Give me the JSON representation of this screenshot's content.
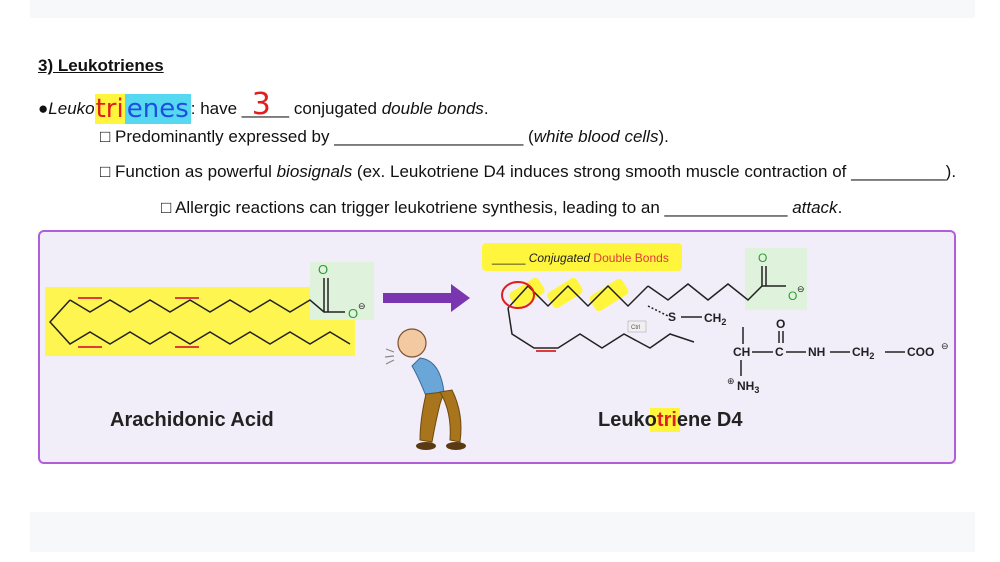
{
  "heading": "3) Leukotrienes",
  "line1": {
    "bullet": "●",
    "prefix": "Leuko",
    "handwritten_tri": "tri",
    "handwritten_enes": "enes",
    "after_colon": ": have ",
    "blank": "_____",
    "handwritten_number": "3",
    "middle": " conjugated ",
    "double_bonds": "double bonds",
    "end": "."
  },
  "line2": {
    "checkbox": "□",
    "text": " Predominantly expressed by ____________________ (",
    "italic": "white blood cells",
    "end": ")."
  },
  "line3": {
    "checkbox": "□",
    "text": " Function as powerful ",
    "italic": "biosignals",
    "end": " (ex. Leukotriene D4 induces strong smooth muscle contraction of __________)."
  },
  "line4": {
    "checkbox": "□",
    "text": " Allergic reactions can trigger leukotriene synthesis, leading to an _____________ ",
    "italic": "attack",
    "end": "."
  },
  "figure": {
    "left_label": "Arachidonic Acid",
    "right_label_prefix": "Leuko",
    "right_label_tri": "tri",
    "right_label_suffix": "ene D4",
    "callout_blank": "_____ ",
    "callout_italic": "Conjugated",
    "callout_red": " Double Bonds",
    "atom_O": "O",
    "atom_O_minus": "O",
    "minus_sign": "⊖",
    "atom_S": "S",
    "group_CH2_1": "CH",
    "group_CH2_sub": "2",
    "group_CH": "CH",
    "group_C": "C",
    "group_NH": "NH",
    "group_CH2_2": "CH",
    "group_COO": "COO",
    "group_NH3_plus": "⊕",
    "group_NH3": "NH",
    "group_NH3_sub": "3",
    "small_tag": "Ctrl"
  },
  "colors": {
    "highlight_yellow": "#fff53d",
    "highlight_cyan": "#55d8f0",
    "handwriting_red": "#e21d1d",
    "handwriting_blue": "#1f4fe0",
    "panel_border": "#b05fd8",
    "panel_fill": "#f2eef9",
    "arrow_purple": "#7a35b0",
    "double_bond_red": "#e03a3a",
    "carboxyl_green": "#dff2dc",
    "oxygen_green": "#2e9b2e"
  }
}
